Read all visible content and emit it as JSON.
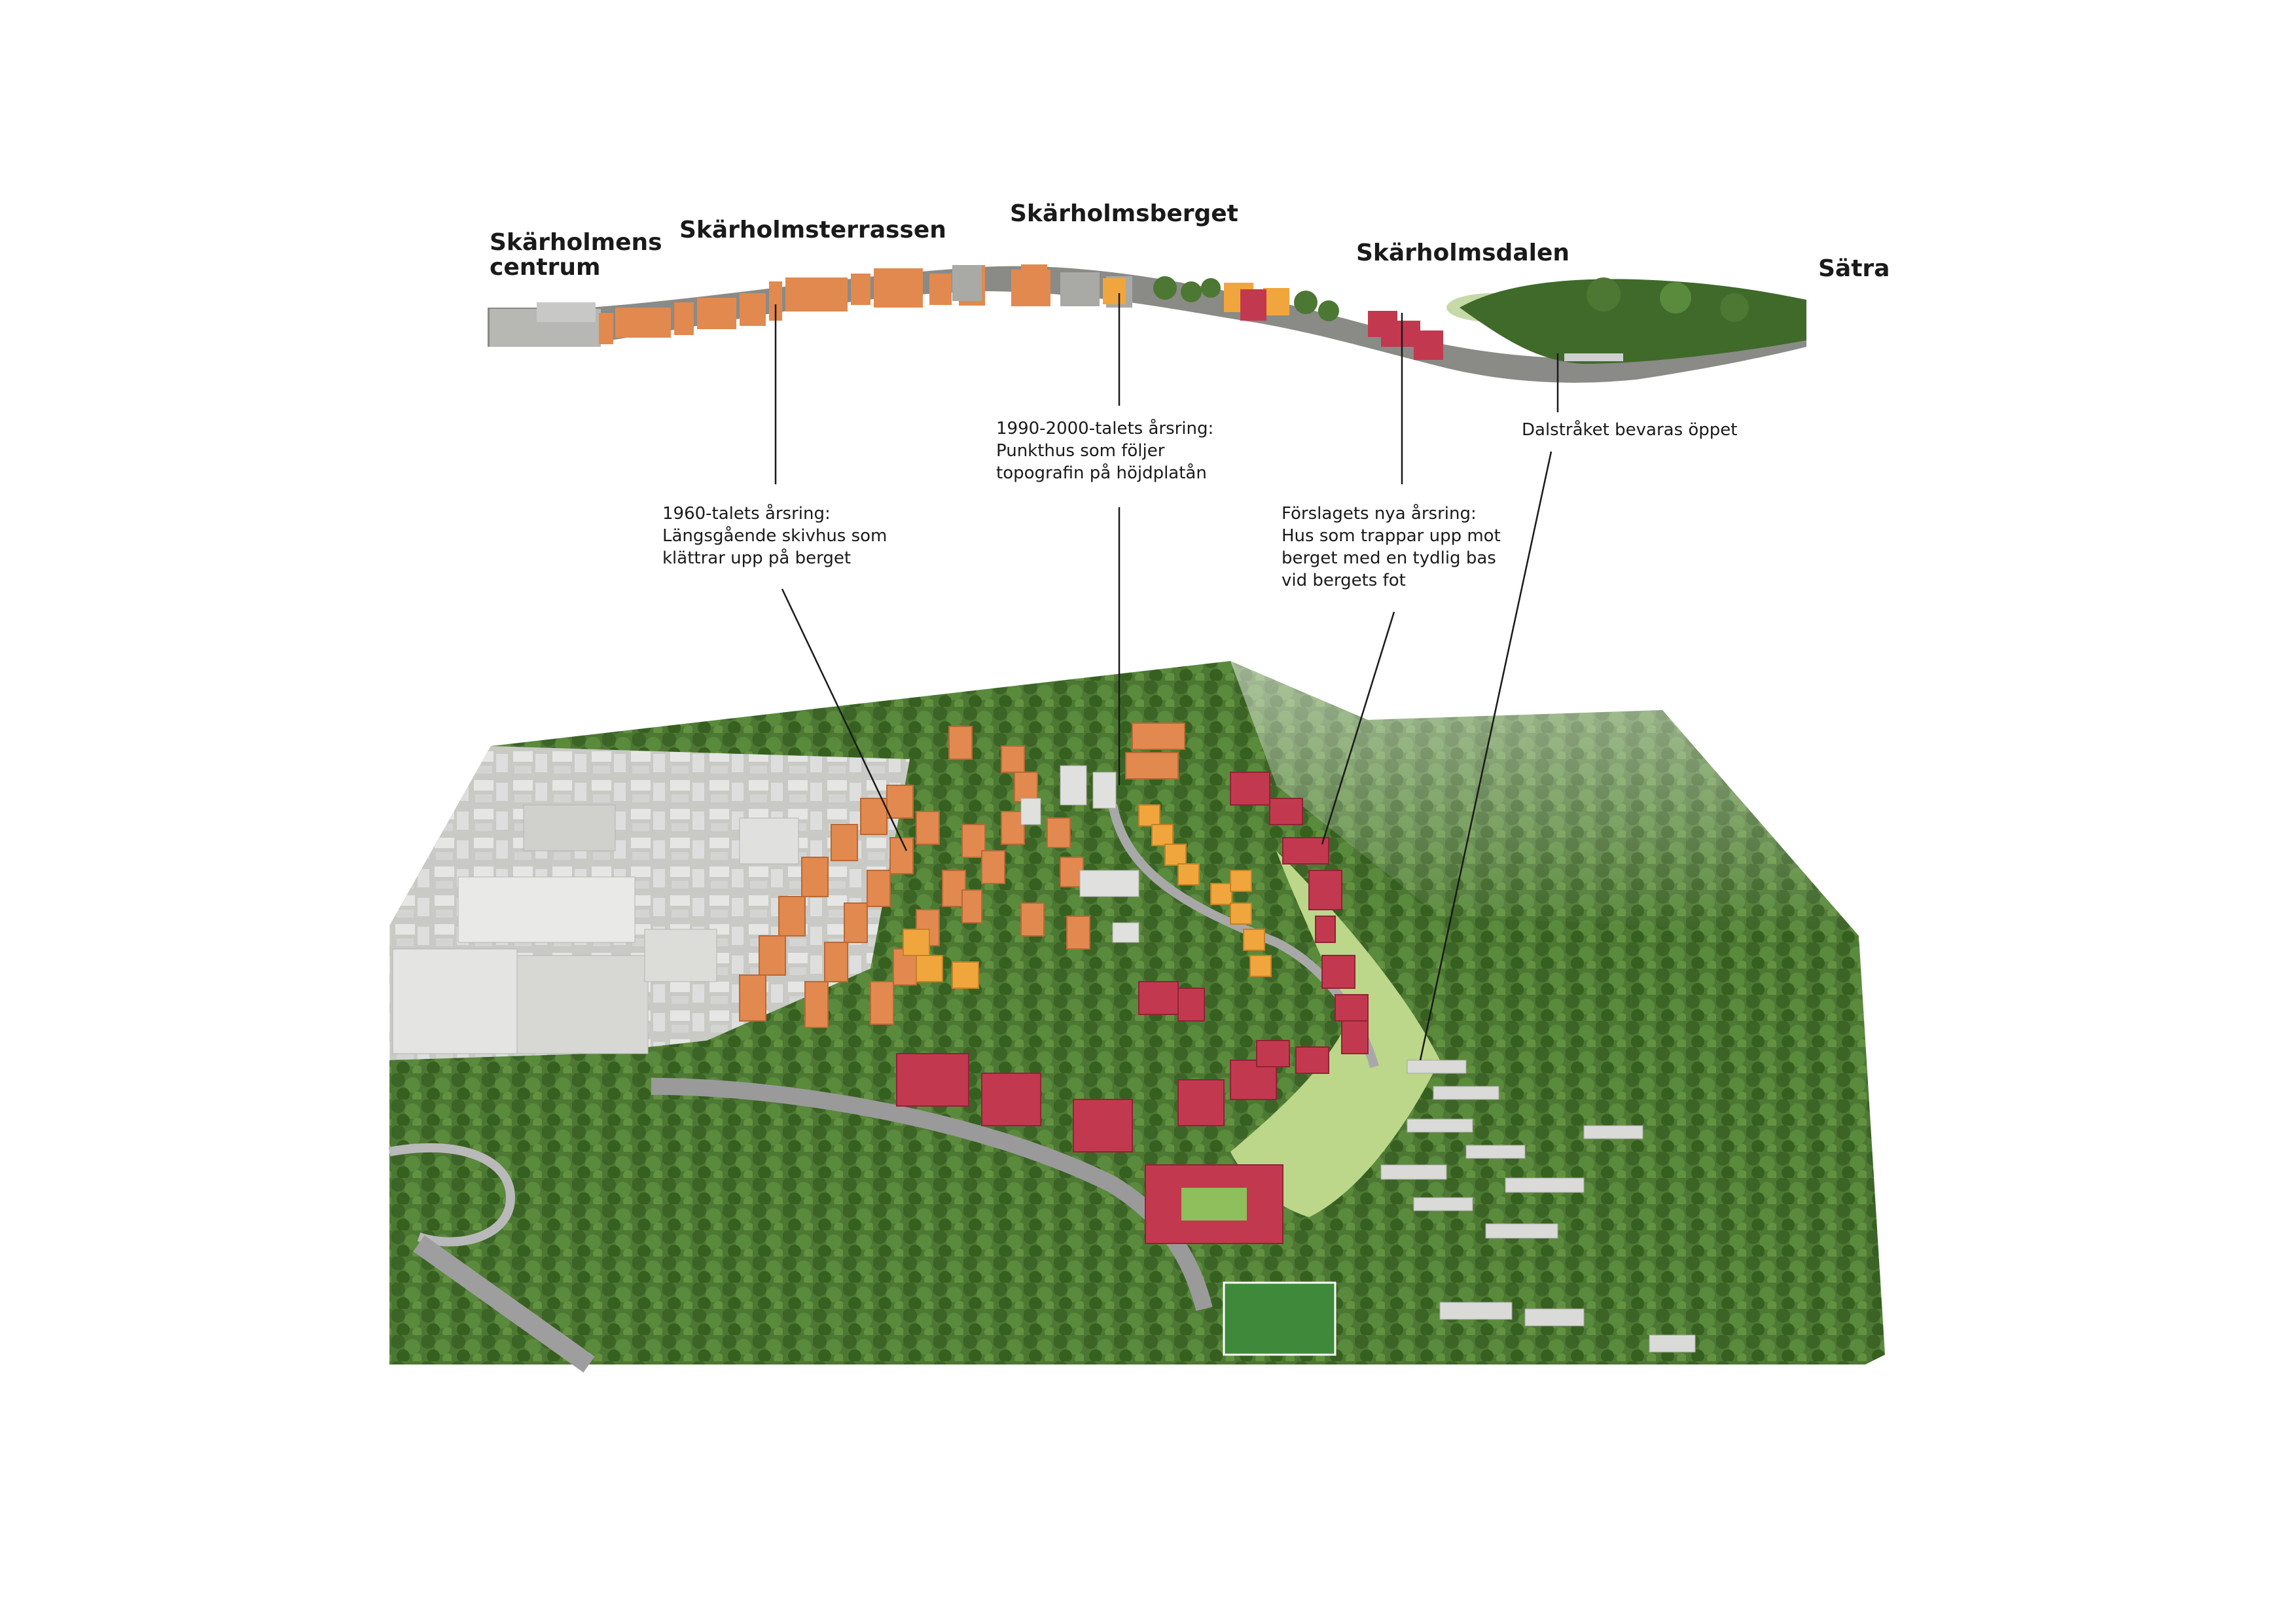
{
  "section_labels": {
    "centrum": "Skärholmens\ncentrum",
    "terrassen": "Skärholmsterrassen",
    "berget": "Skärholmsberget",
    "dalen": "Skärholmsdalen",
    "satra": "Sätra"
  },
  "annotations": {
    "ring_1960": "1960-talets årsring:\nLängsgående skivhus som\nklättrar upp på berget",
    "ring_1990": "1990-2000-talets årsring:\nPunkthus som följer\ntopografin på höjdplatån",
    "ring_new": "Förslagets nya årsring:\nHus som trappar upp mot\nberget med en tydlig bas\nvid bergets fot",
    "valley": "Dalstråket bevaras öppet"
  },
  "colors": {
    "ring_1960": "#e2894f",
    "ring_1990": "#f0a63c",
    "ring_new": "#c2394f",
    "existing_buildings": "#dcdcdc",
    "forest": "#4f7a35",
    "meadow": "#bcd68a",
    "road": "#9a9a9a",
    "leader_line": "#1a1a1a"
  }
}
